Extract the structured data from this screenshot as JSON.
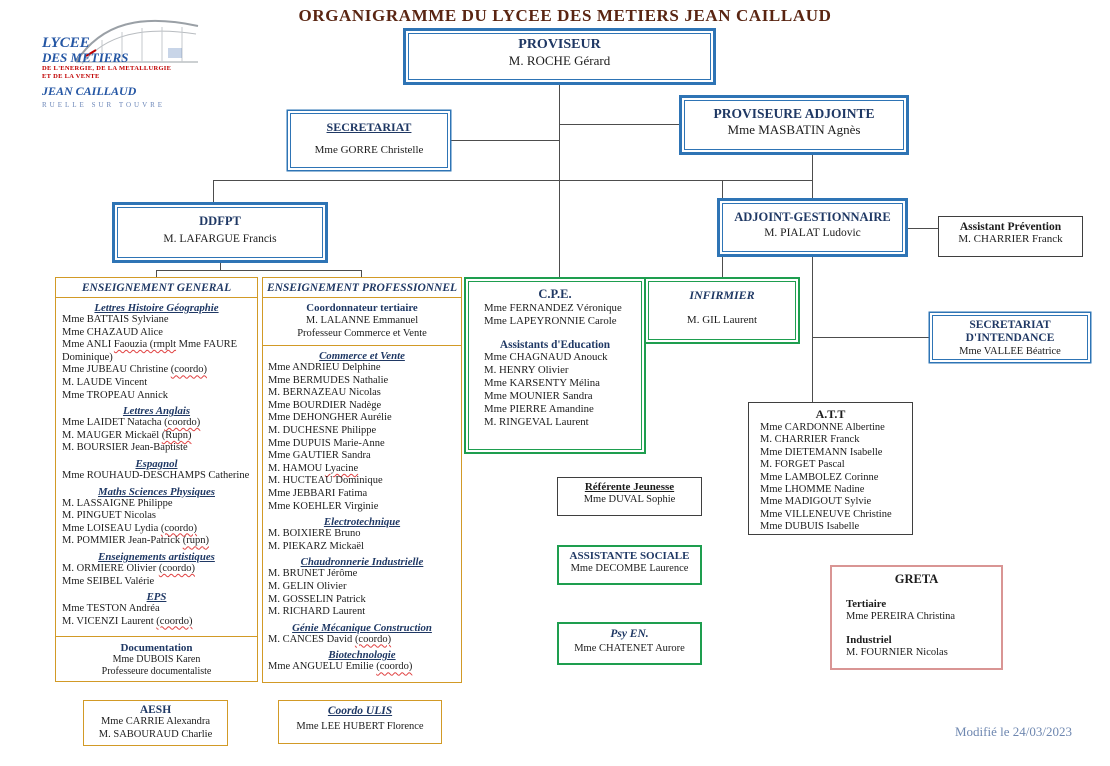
{
  "title": "ORGANIGRAMME DU LYCEE DES METIERS JEAN CAILLAUD",
  "colors": {
    "blue": "#2e74b5",
    "green": "#1e9e4f",
    "orange": "#d29a26",
    "pink": "#d99594",
    "navy": "#1f3864",
    "title": "#5a2512"
  },
  "logo": {
    "school_line1": "LYCEE",
    "school_line2": "DES METIERS",
    "tagline1": "DE L'ENERGIE, DE LA METALLURGIE",
    "tagline2": "ET DE LA VENTE",
    "school_name": "JEAN CAILLAUD",
    "city": "RUELLE SUR TOUVRE"
  },
  "nodes": {
    "proviseur": {
      "title": "PROVISEUR",
      "names": [
        "M. ROCHE Gérard"
      ]
    },
    "proviseure_adjointe": {
      "title": "PROVISEURE ADJOINTE",
      "names": [
        "Mme MASBATIN Agnès"
      ]
    },
    "secretariat": {
      "title": "SECRETARIAT",
      "names": [
        "Mme GORRE Christelle"
      ]
    },
    "ddfpt": {
      "title": "DDFPT",
      "names": [
        "M. LAFARGUE Francis"
      ]
    },
    "adjoint_gestionnaire": {
      "title": "ADJOINT-GESTIONNAIRE",
      "names": [
        "M. PIALAT Ludovic"
      ]
    },
    "assistant_prevention": {
      "title": "Assistant Prévention",
      "names": [
        "M. CHARRIER Franck"
      ]
    },
    "infirmier": {
      "title": "INFIRMIER",
      "names": [
        "M. GIL Laurent"
      ]
    },
    "referente_jeunesse": {
      "title": "Référente Jeunesse",
      "names": [
        "Mme DUVAL Sophie"
      ]
    },
    "assistante_sociale": {
      "title": "ASSISTANTE SOCIALE",
      "names": [
        "Mme DECOMBE Laurence"
      ]
    },
    "psy_en": {
      "title": "Psy EN.",
      "names": [
        "Mme CHATENET Aurore"
      ]
    },
    "secretariat_intendance": {
      "title": "SECRETARIAT D'INTENDANCE",
      "names": [
        "Mme VALLEE Béatrice"
      ]
    },
    "att": {
      "title": "A.T.T",
      "names": [
        "Mme CARDONNE Albertine",
        "M. CHARRIER Franck",
        "Mme DIETEMANN Isabelle",
        "M. FORGET Pascal",
        "Mme LAMBOLEZ Corinne",
        "Mme LHOMME Nadine",
        "Mme MADIGOUT Sylvie",
        "Mme VILLENEUVE Christine",
        "Mme DUBUIS Isabelle"
      ]
    },
    "aesh": {
      "title": "AESH",
      "names": [
        "Mme CARRIE Alexandra",
        "M. SABOURAUD Charlie"
      ]
    },
    "coordo_ulis": {
      "title": "Coordo ULIS",
      "names": [
        "Mme LEE HUBERT Florence"
      ]
    }
  },
  "cpe": {
    "title": "C.P.E.",
    "names": [
      "Mme FERNANDEZ Véronique",
      "Mme LAPEYRONNIE Carole"
    ],
    "subtitle": "Assistants d'Education",
    "assistants": [
      "Mme CHAGNAUD Anouck",
      "M. HENRY Olivier",
      "Mme KARSENTY Mélina",
      "Mme MOUNIER Sandra",
      "Mme PIERRE Amandine",
      "M. RINGEVAL Laurent"
    ]
  },
  "general": {
    "header": "ENSEIGNEMENT GENERAL",
    "sections": [
      {
        "heading": "Lettres Histoire Géographie",
        "names": [
          "Mme BATTAIS Sylviane",
          "Mme CHAZAUD Alice",
          {
            "parts": [
              {
                "t": "Mme ANLI "
              },
              {
                "t": "Faouzia (rmplt",
                "w": true
              },
              {
                "t": " Mme FAURE Dominique)"
              }
            ]
          },
          {
            "parts": [
              {
                "t": "Mme JUBEAU Christine "
              },
              {
                "t": "(coordo)",
                "w": true
              }
            ]
          },
          "M. LAUDE Vincent",
          "Mme TROPEAU Annick"
        ]
      },
      {
        "heading": "Lettres Anglais",
        "names": [
          {
            "parts": [
              {
                "t": "Mme LAIDET Natacha "
              },
              {
                "t": "(coordo)",
                "w": true
              }
            ]
          },
          {
            "parts": [
              {
                "t": "M. MAUGER Mickaël "
              },
              {
                "t": "(Rupn)",
                "w": true
              }
            ]
          },
          "M. BOURSIER Jean-Baptiste"
        ]
      },
      {
        "heading": "Espagnol",
        "names": [
          "Mme ROUHAUD-DESCHAMPS Catherine"
        ]
      },
      {
        "heading": "Maths Sciences Physiques",
        "names": [
          "M. LASSAIGNE Philippe",
          "M. PINGUET Nicolas",
          {
            "parts": [
              {
                "t": "Mme LOISEAU Lydia "
              },
              {
                "t": "(coordo)",
                "w": true
              }
            ]
          },
          {
            "parts": [
              {
                "t": "M. POMMIER Jean-Patrick "
              },
              {
                "t": "(rupn)",
                "w": true
              }
            ]
          }
        ]
      },
      {
        "heading": "Enseignements artistiques",
        "names": [
          {
            "parts": [
              {
                "t": "M. ORMIERE Olivier "
              },
              {
                "t": "(coordo)",
                "w": true
              }
            ]
          },
          "Mme SEIBEL Valérie"
        ]
      },
      {
        "heading": "EPS",
        "names": [
          "Mme TESTON Andréa",
          {
            "parts": [
              {
                "t": "M. VICENZI Laurent "
              },
              {
                "t": "(coordo)",
                "w": true
              }
            ]
          }
        ]
      }
    ],
    "documentation": {
      "heading": "Documentation",
      "lines": [
        "Mme DUBOIS Karen",
        "Professeure documentaliste"
      ]
    }
  },
  "professionnel": {
    "header": "ENSEIGNEMENT PROFESSIONNEL",
    "coordonnateur": {
      "heading": "Coordonnateur tertiaire",
      "lines": [
        "M. LALANNE Emmanuel",
        "Professeur Commerce et Vente"
      ]
    },
    "sections": [
      {
        "heading": "Commerce et Vente",
        "names": [
          "Mme ANDRIEU Delphine",
          "Mme BERMUDES Nathalie",
          "M. BERNAZEAU Nicolas",
          "Mme BOURDIER Nadège",
          "Mme DEHONGHER Aurélie",
          "M. DUCHESNE Philippe",
          "Mme DUPUIS Marie-Anne",
          "Mme GAUTIER Sandra",
          {
            "parts": [
              {
                "t": "M. HAMOU "
              },
              {
                "t": "Lyacine",
                "w": true
              }
            ]
          },
          "M. HUCTEAU Dominique",
          "Mme JEBBARI Fatima",
          "Mme KOEHLER Virginie"
        ]
      },
      {
        "heading": "Electrotechnique",
        "names": [
          "M. BOIXIERE Bruno",
          "M. PIEKARZ Mickaël"
        ]
      },
      {
        "heading": "Chaudronnerie Industrielle",
        "names": [
          "M. BRUNET Jérôme",
          "M. GELIN Olivier",
          "M. GOSSELIN Patrick",
          "M. RICHARD Laurent"
        ]
      },
      {
        "heading": "Génie Mécanique Construction",
        "names": [
          {
            "parts": [
              {
                "t": "M. CANCES David "
              },
              {
                "t": "(coordo)",
                "w": true
              }
            ]
          }
        ]
      },
      {
        "heading": "Biotechnologie",
        "names": [
          {
            "parts": [
              {
                "t": "Mme ANGUELU Emilie  "
              },
              {
                "t": "(coordo)",
                "w": true
              }
            ]
          }
        ]
      }
    ]
  },
  "greta": {
    "title": "GRETA",
    "groups": [
      {
        "label": "Tertiaire",
        "names": [
          "Mme PEREIRA Christina"
        ]
      },
      {
        "label": "Industriel",
        "names": [
          "M. FOURNIER Nicolas"
        ]
      }
    ]
  },
  "footer": {
    "modified": "Modifié le 24/03/2023"
  }
}
